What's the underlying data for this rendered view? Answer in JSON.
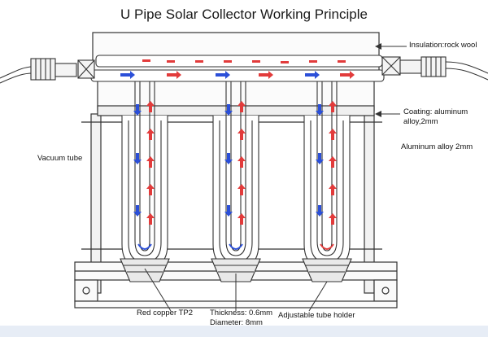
{
  "title": "U Pipe Solar Collector Working Principle",
  "labels": {
    "insulation": "Insulation:rock wool",
    "coating_line1": "Coating: aluminum",
    "coating_line2": "alloy,2mm",
    "aluminum": "Aluminum alloy 2mm",
    "vacuum": "Vacuum tube",
    "copper": "Red copper TP2",
    "thickness": "Thickness: 0.6mm",
    "diameter": "Diameter: 8mm",
    "holder": "Adjustable tube holder"
  },
  "colors": {
    "hot_flow": "#e23b3b",
    "cold_flow": "#2b4fd8",
    "line": "#333333"
  }
}
